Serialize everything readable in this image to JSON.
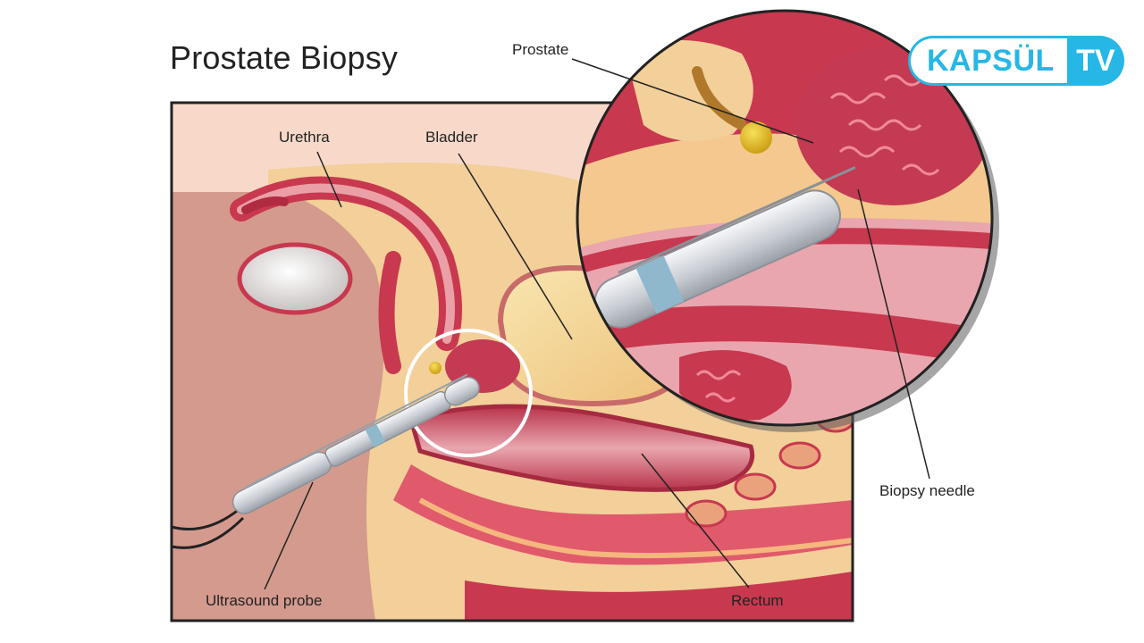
{
  "title": "Prostate Biopsy",
  "labels": {
    "prostate": "Prostate",
    "urethra": "Urethra",
    "bladder": "Bladder",
    "biopsy_needle": "Biopsy needle",
    "ultrasound_probe": "Ultrasound probe",
    "rectum": "Rectum"
  },
  "logo": {
    "word": "KAPSÜL",
    "tv": "TV",
    "color": "#27b7e6"
  },
  "colors": {
    "skin": "#f6d2c0",
    "tissue_red": "#c8384f",
    "tissue_pink": "#e68a96",
    "fat_yellow": "#f7dcaa",
    "bone": "#e9e1de",
    "probe": "#d9dde3"
  }
}
